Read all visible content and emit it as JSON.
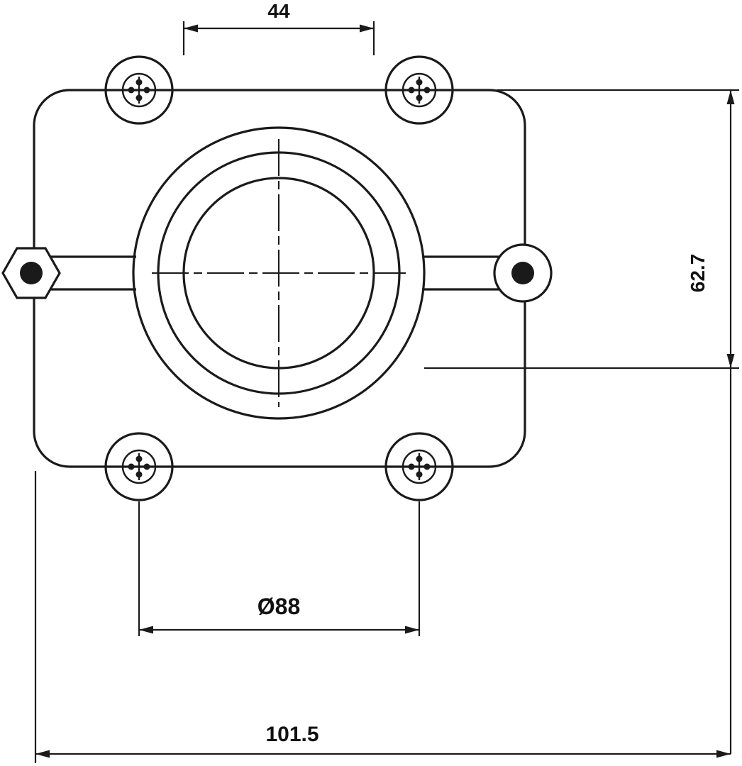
{
  "drawing": {
    "background_color": "#ffffff",
    "line_color": "#1a1a1a",
    "dimensions": {
      "top_width": "44",
      "right_height": "62.7",
      "inner_span": "Ø88",
      "overall_width": "101.5"
    }
  }
}
